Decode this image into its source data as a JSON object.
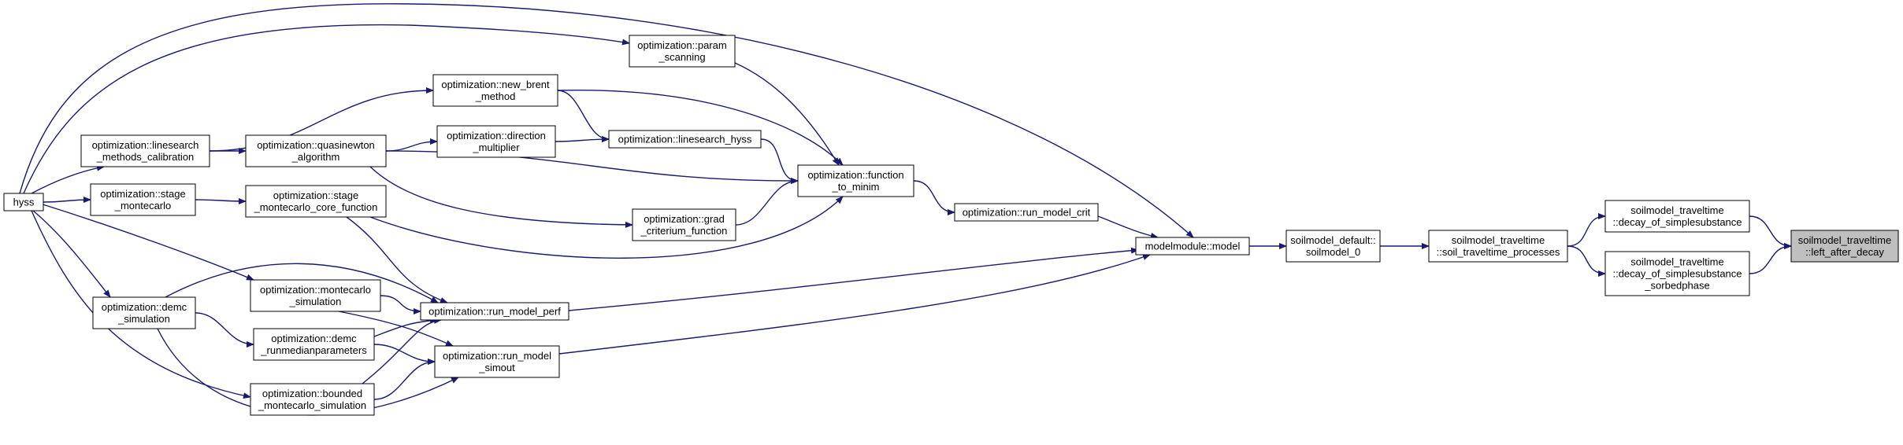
{
  "graph": {
    "nodes": [
      {
        "id": "hyss",
        "lines": [
          "hyss"
        ]
      },
      {
        "id": "linesearch_calib",
        "lines": [
          "optimization::linesearch",
          "_methods_calibration"
        ]
      },
      {
        "id": "stage_mc",
        "lines": [
          "optimization::stage",
          "_montecarlo"
        ]
      },
      {
        "id": "demc_sim",
        "lines": [
          "optimization::demc",
          "_simulation"
        ]
      },
      {
        "id": "quasinewton",
        "lines": [
          "optimization::quasinewton",
          "_algorithm"
        ]
      },
      {
        "id": "new_brent",
        "lines": [
          "optimization::new_brent",
          "_method"
        ]
      },
      {
        "id": "direction_mult",
        "lines": [
          "optimization::direction",
          "_multiplier"
        ]
      },
      {
        "id": "stage_mc_core",
        "lines": [
          "optimization::stage",
          "_montecarlo_core_function"
        ]
      },
      {
        "id": "mc_sim",
        "lines": [
          "optimization::montecarlo",
          "_simulation"
        ]
      },
      {
        "id": "demc_runmedian",
        "lines": [
          "optimization::demc",
          "_runmedianparameters"
        ]
      },
      {
        "id": "bounded_mc",
        "lines": [
          "optimization::bounded",
          "_montecarlo_simulation"
        ]
      },
      {
        "id": "param_scanning",
        "lines": [
          "optimization::param",
          "_scanning"
        ]
      },
      {
        "id": "linesearch_hyss",
        "lines": [
          "optimization::linesearch_hyss"
        ]
      },
      {
        "id": "grad_crit",
        "lines": [
          "optimization::grad",
          "_criterium_function"
        ]
      },
      {
        "id": "run_model_perf",
        "lines": [
          "optimization::run_model_perf"
        ]
      },
      {
        "id": "run_model_simout",
        "lines": [
          "optimization::run_model",
          "_simout"
        ]
      },
      {
        "id": "function_to_minim",
        "lines": [
          "optimization::function",
          "_to_minim"
        ]
      },
      {
        "id": "run_model_crit",
        "lines": [
          "optimization::run_model_crit"
        ]
      },
      {
        "id": "model",
        "lines": [
          "modelmodule::model"
        ]
      },
      {
        "id": "soilmodel_0",
        "lines": [
          "soilmodel_default::",
          "soilmodel_0"
        ]
      },
      {
        "id": "soil_tt_proc",
        "lines": [
          "soilmodel_traveltime",
          "::soil_traveltime_processes"
        ]
      },
      {
        "id": "decay_simple",
        "lines": [
          "soilmodel_traveltime",
          "::decay_of_simplesubstance"
        ]
      },
      {
        "id": "decay_sorbed",
        "lines": [
          "soilmodel_traveltime",
          "::decay_of_simplesubstance",
          "_sorbedphase"
        ]
      },
      {
        "id": "left_after_decay",
        "lines": [
          "soilmodel_traveltime",
          "::left_after_decay"
        ],
        "current": true
      }
    ],
    "edges": [
      [
        "hyss",
        "linesearch_calib"
      ],
      [
        "hyss",
        "stage_mc"
      ],
      [
        "hyss",
        "demc_sim"
      ],
      [
        "hyss",
        "param_scanning"
      ],
      [
        "hyss",
        "model"
      ],
      [
        "hyss",
        "mc_sim"
      ],
      [
        "hyss",
        "bounded_mc"
      ],
      [
        "linesearch_calib",
        "quasinewton"
      ],
      [
        "linesearch_calib",
        "new_brent"
      ],
      [
        "stage_mc",
        "stage_mc_core"
      ],
      [
        "demc_sim",
        "demc_runmedian"
      ],
      [
        "demc_sim",
        "run_model_perf"
      ],
      [
        "demc_sim",
        "run_model_simout"
      ],
      [
        "quasinewton",
        "direction_mult"
      ],
      [
        "quasinewton",
        "function_to_minim"
      ],
      [
        "quasinewton",
        "grad_crit"
      ],
      [
        "new_brent",
        "linesearch_hyss"
      ],
      [
        "new_brent",
        "function_to_minim"
      ],
      [
        "direction_mult",
        "linesearch_hyss"
      ],
      [
        "linesearch_hyss",
        "function_to_minim"
      ],
      [
        "param_scanning",
        "function_to_minim"
      ],
      [
        "grad_crit",
        "function_to_minim"
      ],
      [
        "stage_mc_core",
        "function_to_minim"
      ],
      [
        "stage_mc_core",
        "run_model_perf"
      ],
      [
        "mc_sim",
        "run_model_perf"
      ],
      [
        "mc_sim",
        "run_model_simout"
      ],
      [
        "demc_runmedian",
        "run_model_perf"
      ],
      [
        "demc_runmedian",
        "run_model_simout"
      ],
      [
        "bounded_mc",
        "run_model_perf"
      ],
      [
        "bounded_mc",
        "run_model_simout"
      ],
      [
        "function_to_minim",
        "run_model_crit"
      ],
      [
        "run_model_crit",
        "model"
      ],
      [
        "run_model_perf",
        "model"
      ],
      [
        "run_model_simout",
        "model"
      ],
      [
        "model",
        "soilmodel_0"
      ],
      [
        "soilmodel_0",
        "soil_tt_proc"
      ],
      [
        "soil_tt_proc",
        "decay_simple"
      ],
      [
        "soil_tt_proc",
        "decay_sorbed"
      ],
      [
        "decay_simple",
        "left_after_decay"
      ],
      [
        "decay_sorbed",
        "left_after_decay"
      ]
    ]
  }
}
